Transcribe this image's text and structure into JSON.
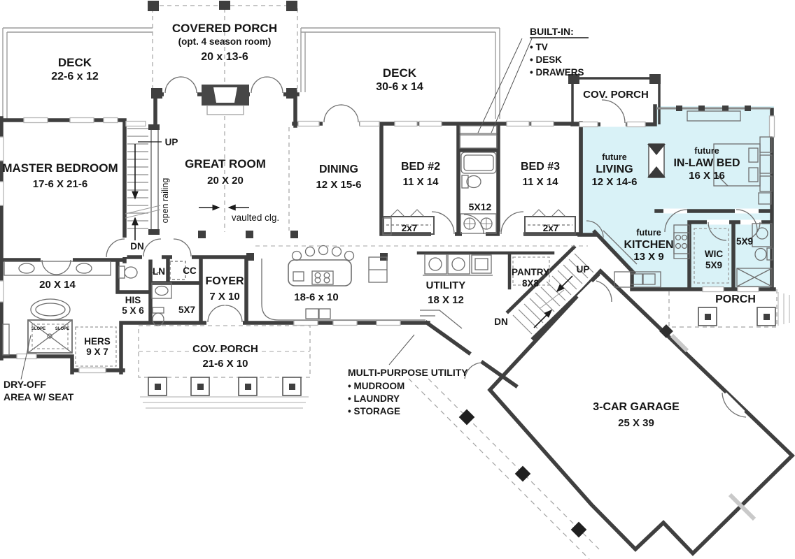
{
  "colors": {
    "suite_highlight": "#d9f2f7",
    "wall": "#3f3f3f"
  },
  "rooms": {
    "deck_left": {
      "name": "DECK",
      "dims": "22-6 x 12"
    },
    "covered_porch_top": {
      "name": "COVERED PORCH",
      "note": "(opt. 4 season room)",
      "dims": "20 x 13-6"
    },
    "deck_right": {
      "name": "DECK",
      "dims": "30-6 x 14"
    },
    "cov_porch_top_right": {
      "name": "COV. PORCH"
    },
    "master_bedroom": {
      "name": "MASTER BEDROOM",
      "dims": "17-6 X 21-6"
    },
    "great_room": {
      "name": "GREAT ROOM",
      "dims": "20 X 20"
    },
    "dining": {
      "name": "DINING",
      "dims": "12 X 15-6"
    },
    "bed2": {
      "name": "BED #2",
      "dims": "11 X 14"
    },
    "bed3": {
      "name": "BED #3",
      "dims": "11 X 14"
    },
    "beds_bath": {
      "dims": "5X12"
    },
    "bed2_closet": {
      "dims": "2x7"
    },
    "bed3_closet": {
      "dims": "2x7"
    },
    "future_living": {
      "prefix": "future",
      "name": "LIVING",
      "dims": "12 X 14-6"
    },
    "inlaw_bed": {
      "prefix": "future",
      "name": "IN-LAW BED",
      "dims": "16 X 16"
    },
    "future_kitchen": {
      "prefix": "future",
      "name": "KITCHEN",
      "dims": "13 X 9"
    },
    "wic": {
      "name": "WIC",
      "dims": "5X9"
    },
    "inlaw_bath": {
      "dims": "5X9"
    },
    "porch_right": {
      "name": "PORCH"
    },
    "master_bath": {
      "dims": "20 X 14",
      "slope": "SLOPE"
    },
    "his_closet": {
      "name": "HIS",
      "dims": "5 X 6"
    },
    "hers_closet": {
      "name": "HERS",
      "dims": "9 X 7"
    },
    "linen": {
      "name": "LN"
    },
    "coat_closet": {
      "name": "CC"
    },
    "hall_bath": {
      "dims": "5X7"
    },
    "foyer": {
      "name": "FOYER",
      "dims": "7 X 10"
    },
    "kitchen": {
      "dims": "18-6 x 10"
    },
    "utility": {
      "name": "UTILITY",
      "dims": "18 X 12"
    },
    "pantry": {
      "name": "PANTRY",
      "dims": "8X8"
    },
    "cov_porch_bottom": {
      "name": "COV. PORCH",
      "dims": "21-6 X 10"
    },
    "garage": {
      "name": "3-CAR GARAGE",
      "dims": "25 X 39"
    }
  },
  "annotations": {
    "built_in": {
      "title": "BUILT-IN:",
      "item1": "• TV",
      "item2": "• DESK",
      "item3": "• DRAWERS"
    },
    "multi_purpose": {
      "title": "MULTI-PURPOSE UTILITY",
      "item1": "• MUDROOM",
      "item2": "• LAUNDRY",
      "item3": "• STORAGE"
    },
    "dry_off": {
      "line1": "DRY-OFF",
      "line2": "AREA W/ SEAT"
    },
    "main_stairs": {
      "up": "UP",
      "down": "DN",
      "railing": "open railing"
    },
    "garage_stairs": {
      "up": "UP",
      "down": "DN"
    },
    "great_room_ceiling": "vaulted clg."
  }
}
